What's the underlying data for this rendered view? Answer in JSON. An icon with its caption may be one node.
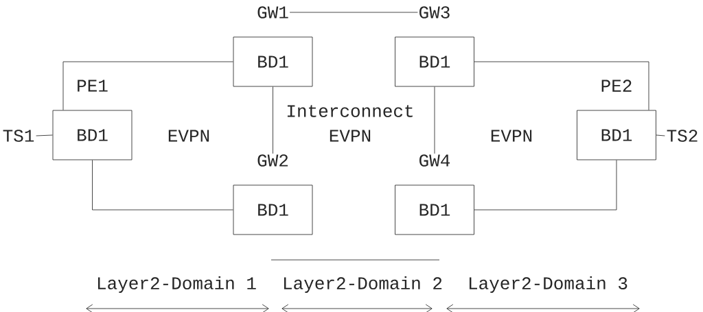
{
  "diagram": {
    "nodes": [
      {
        "text": [
          "GW1",
          "BD1"
        ]
      },
      {
        "text": [
          "GW3",
          "BD1"
        ]
      },
      {
        "text": [
          "PE1",
          "BD1"
        ]
      },
      {
        "text": [
          "PE2",
          "BD1"
        ]
      },
      {
        "text": [
          "TS1"
        ]
      },
      {
        "text": [
          "TS2"
        ]
      },
      {
        "text": [
          "GW2",
          "BD1"
        ]
      },
      {
        "text": [
          "GW4",
          "BD1"
        ]
      }
    ],
    "edges": [
      {
        "from": 0,
        "to": 1,
        "arrow": "none"
      },
      {
        "from": 2,
        "to": 0,
        "arrow": "none"
      },
      {
        "from": 1,
        "to": 3,
        "arrow": "none"
      },
      {
        "from": 4,
        "to": 2,
        "arrow": "none"
      },
      {
        "from": 3,
        "to": 5,
        "arrow": "none"
      },
      {
        "from": 0,
        "to": 6,
        "arrow": "none"
      },
      {
        "from": 1,
        "to": 7,
        "arrow": "none"
      },
      {
        "from": 2,
        "to": 6,
        "arrow": "none"
      },
      {
        "from": 7,
        "to": 3,
        "arrow": "none"
      }
    ],
    "labels": [
      "Interconnect",
      "EVPN",
      "EVPN",
      "EVPN",
      "Layer2-Domain 1",
      "Layer2-Domain 2",
      "Layer2-Domain 3"
    ]
  }
}
